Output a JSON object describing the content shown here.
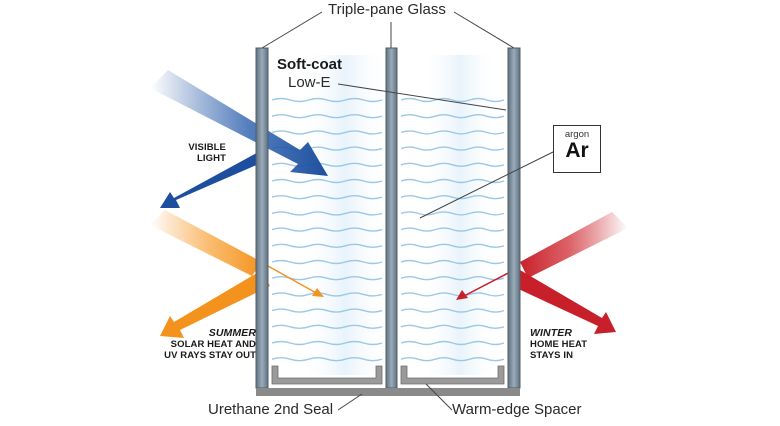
{
  "labels": {
    "triple_pane": "Triple-pane Glass",
    "soft_coat": "Soft-coat",
    "low_e": "Low-E",
    "argon_word": "argon",
    "argon_symbol": "Ar",
    "visible_light_1": "VISIBLE",
    "visible_light_2": "LIGHT",
    "summer_title": "SUMMER",
    "summer_line1": "SOLAR HEAT AND",
    "summer_line2": "UV RAYS STAY OUT",
    "winter_title": "WINTER",
    "winter_line1": "HOME HEAT",
    "winter_line2": "STAYS IN",
    "urethane": "Urethane 2nd Seal",
    "spacer": "Warm-edge Spacer"
  },
  "colors": {
    "glass": "#7d909e",
    "glass_edge": "#5a6b78",
    "gas_wave": "#9cc8e6",
    "visible_arrow": "#1d4f9e",
    "summer_arrow": "#f4921e",
    "winter_arrow": "#c8202a",
    "seal": "#8a8a8a"
  }
}
